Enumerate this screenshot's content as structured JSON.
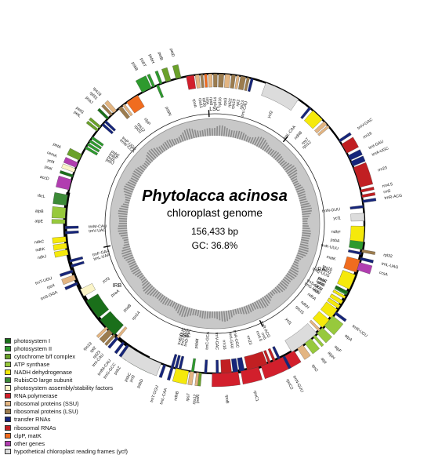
{
  "title": {
    "species": "Phytolacca acinosa",
    "subtitle": "chloroplast genome",
    "length": "156,433 bp",
    "gc": "GC: 36.8%"
  },
  "regions": [
    "LSC",
    "IRB",
    "SSC",
    "IRA"
  ],
  "legend": [
    {
      "label": "photosystem I",
      "color": "#1a6f1a"
    },
    {
      "label": "photosystem II",
      "color": "#2e9a2e"
    },
    {
      "label": "cytochrome b/f complex",
      "color": "#6aa12a"
    },
    {
      "label": "ATP synthase",
      "color": "#97c93c"
    },
    {
      "label": "NADH dehydrogenase",
      "color": "#f5e90b"
    },
    {
      "label": "RubisCO large subunit",
      "color": "#3c8a37"
    },
    {
      "label": "photosystem assembly/stability factors",
      "color": "#fbf5c8"
    },
    {
      "label": "RNA polymerase",
      "color": "#d21f2c"
    },
    {
      "label": "ribosomal proteins (SSU)",
      "color": "#e3b582"
    },
    {
      "label": "ribosomal proteins (LSU)",
      "color": "#9c7c4e"
    },
    {
      "label": "transfer RNAs",
      "color": "#16257a"
    },
    {
      "label": "ribosomal RNAs",
      "color": "#c11f22"
    },
    {
      "label": "clpP, matK",
      "color": "#f06c1f"
    },
    {
      "label": "other genes",
      "color": "#b13db0"
    },
    {
      "label": "hypothetical chloroplast reading frames (ycf)",
      "color": "#dcdcdc"
    }
  ],
  "genes": [
    {
      "name": "psbA",
      "a": 96,
      "w": 4,
      "side": "in",
      "color": "#2e9a2e"
    },
    {
      "name": "trnK-UUU",
      "a": 101,
      "w": 1,
      "side": "in",
      "color": "#16257a"
    },
    {
      "name": "matK",
      "a": 104,
      "w": 5,
      "side": "in",
      "color": "#f06c1f"
    },
    {
      "name": "rps16",
      "a": 110,
      "w": 3,
      "side": "in",
      "color": "#e3b582"
    },
    {
      "name": "trnQ-UUG",
      "a": 114,
      "w": 1.5,
      "side": "in",
      "color": "#16257a"
    },
    {
      "name": "psbK",
      "a": 117,
      "w": 1.5,
      "side": "in",
      "color": "#2e9a2e"
    },
    {
      "name": "psbI",
      "a": 119,
      "w": 1,
      "side": "in",
      "color": "#2e9a2e"
    },
    {
      "name": "trnS-GCU",
      "a": 121,
      "w": 1,
      "side": "in",
      "color": "#16257a"
    },
    {
      "name": "trnG-UCC",
      "a": 123,
      "w": 1,
      "side": "in",
      "color": "#16257a"
    },
    {
      "name": "trnR-UCU",
      "a": 126,
      "w": 1,
      "side": "out",
      "color": "#16257a"
    },
    {
      "name": "atpA",
      "a": 128,
      "w": 5,
      "side": "out",
      "color": "#97c93c"
    },
    {
      "name": "atpF",
      "a": 134,
      "w": 3,
      "side": "out",
      "color": "#97c93c"
    },
    {
      "name": "atpH",
      "a": 138,
      "w": 1,
      "side": "out",
      "color": "#97c93c"
    },
    {
      "name": "atpI",
      "a": 140,
      "w": 3,
      "side": "out",
      "color": "#97c93c"
    },
    {
      "name": "rps2",
      "a": 144,
      "w": 2.5,
      "side": "out",
      "color": "#e3b582"
    },
    {
      "name": "rpoC2",
      "a": 148,
      "w": 14,
      "side": "out",
      "color": "#d21f2c"
    },
    {
      "name": "rpoC1",
      "a": 163,
      "w": 7,
      "side": "out",
      "color": "#d21f2c"
    },
    {
      "name": "rpoB",
      "a": 171,
      "w": 10,
      "side": "out",
      "color": "#d21f2c"
    },
    {
      "name": "trnC-GCA",
      "a": 183,
      "w": 1,
      "side": "in",
      "color": "#16257a"
    },
    {
      "name": "petN",
      "a": 185,
      "w": 1,
      "side": "out",
      "color": "#6aa12a"
    },
    {
      "name": "psbM",
      "a": 188,
      "w": 1,
      "side": "in",
      "color": "#2e9a2e"
    },
    {
      "name": "trnD-GUC",
      "a": 193,
      "w": 1,
      "side": "in",
      "color": "#16257a"
    },
    {
      "name": "trnY-GUA",
      "a": 194.5,
      "w": 1,
      "side": "in",
      "color": "#16257a"
    },
    {
      "name": "trnE-UUC",
      "a": 196,
      "w": 1,
      "side": "in",
      "color": "#16257a"
    },
    {
      "name": "trnT-GGU",
      "a": 199,
      "w": 1,
      "side": "out",
      "color": "#16257a"
    },
    {
      "name": "psbD",
      "a": 203,
      "w": 4,
      "side": "out",
      "color": "#2e9a2e"
    },
    {
      "name": "psbC",
      "a": 207,
      "w": 5,
      "side": "out",
      "color": "#2e9a2e"
    },
    {
      "name": "psbZ",
      "a": 213,
      "w": 1,
      "side": "out",
      "color": "#2e9a2e"
    },
    {
      "name": "trnG-GCC",
      "a": 215,
      "w": 1,
      "side": "out",
      "color": "#16257a"
    },
    {
      "name": "trnfM-CAU",
      "a": 217,
      "w": 1,
      "side": "out",
      "color": "#16257a"
    },
    {
      "name": "rps14",
      "a": 220,
      "w": 1,
      "side": "in",
      "color": "#e3b582"
    },
    {
      "name": "psaB",
      "a": 222,
      "w": 8,
      "side": "in",
      "color": "#1a6f1a"
    },
    {
      "name": "psaA",
      "a": 231,
      "w": 8,
      "side": "in",
      "color": "#1a6f1a"
    },
    {
      "name": "ycf3",
      "a": 241,
      "w": 3,
      "side": "in",
      "color": "#fbf5c8"
    },
    {
      "name": "trnS-GGA",
      "a": 246,
      "w": 1,
      "side": "out",
      "color": "#16257a"
    },
    {
      "name": "rps4",
      "a": 248,
      "w": 2,
      "side": "out",
      "color": "#e3b582"
    },
    {
      "name": "trnT-UGU",
      "a": 251,
      "w": 1,
      "side": "out",
      "color": "#16257a"
    },
    {
      "name": "trnL-UAA",
      "a": 253,
      "w": 1,
      "side": "in",
      "color": "#16257a"
    },
    {
      "name": "trnF-GAA",
      "a": 255,
      "w": 1,
      "side": "in",
      "color": "#16257a"
    },
    {
      "name": "ndhJ",
      "a": 258,
      "w": 2,
      "side": "out",
      "color": "#f5e90b"
    },
    {
      "name": "ndhK",
      "a": 260.5,
      "w": 2,
      "side": "out",
      "color": "#f5e90b"
    },
    {
      "name": "ndhC",
      "a": 263,
      "w": 2,
      "side": "out",
      "color": "#f5e90b"
    },
    {
      "name": "trnV-UAC",
      "a": 266,
      "w": 1,
      "side": "in",
      "color": "#16257a"
    },
    {
      "name": "trnM-CAU",
      "a": 268,
      "w": 1,
      "side": "in",
      "color": "#16257a"
    },
    {
      "name": "atpE",
      "a": 270,
      "w": 1.5,
      "side": "out",
      "color": "#97c93c"
    },
    {
      "name": "atpB",
      "a": 272,
      "w": 4,
      "side": "out",
      "color": "#97c93c"
    },
    {
      "name": "rbcL",
      "a": 277,
      "w": 4,
      "side": "out",
      "color": "#3c8a37"
    },
    {
      "name": "accD",
      "a": 283,
      "w": 4,
      "side": "out",
      "color": "#b13db0"
    },
    {
      "name": "psaI",
      "a": 288,
      "w": 1,
      "side": "out",
      "color": "#1a6f1a"
    },
    {
      "name": "ycf4",
      "a": 290,
      "w": 1.5,
      "side": "out",
      "color": "#fbf5c8"
    },
    {
      "name": "cemA",
      "a": 292,
      "w": 2,
      "side": "out",
      "color": "#b13db0"
    },
    {
      "name": "petA",
      "a": 295,
      "w": 2.5,
      "side": "out",
      "color": "#6aa12a"
    },
    {
      "name": "psbJ",
      "a": 300,
      "w": 1,
      "side": "in",
      "color": "#2e9a2e"
    },
    {
      "name": "psbL",
      "a": 301.5,
      "w": 1,
      "side": "in",
      "color": "#2e9a2e"
    },
    {
      "name": "psbF",
      "a": 303,
      "w": 1,
      "side": "in",
      "color": "#2e9a2e"
    },
    {
      "name": "psbE",
      "a": 304.5,
      "w": 1,
      "side": "in",
      "color": "#2e9a2e"
    },
    {
      "name": "petL",
      "a": 308,
      "w": 1,
      "side": "out",
      "color": "#6aa12a"
    },
    {
      "name": "petG",
      "a": 309.5,
      "w": 1,
      "side": "out",
      "color": "#6aa12a"
    },
    {
      "name": "trnW-CCA",
      "a": 311,
      "w": 1,
      "side": "in",
      "color": "#16257a"
    },
    {
      "name": "trnP-UGG",
      "a": 312.5,
      "w": 1,
      "side": "in",
      "color": "#16257a"
    },
    {
      "name": "psaJ",
      "a": 314,
      "w": 1,
      "side": "out",
      "color": "#1a6f1a"
    },
    {
      "name": "rpl33",
      "a": 316,
      "w": 1,
      "side": "out",
      "color": "#9c7c4e"
    },
    {
      "name": "rps18",
      "a": 317.5,
      "w": 1.5,
      "side": "out",
      "color": "#e3b582"
    },
    {
      "name": "rpl20",
      "a": 320,
      "w": 1.5,
      "side": "in",
      "color": "#9c7c4e"
    },
    {
      "name": "rps12",
      "a": 322,
      "w": 1,
      "side": "in",
      "color": "#e3b582"
    },
    {
      "name": "clpP",
      "a": 324,
      "w": 5,
      "side": "in",
      "color": "#f06c1f"
    },
    {
      "name": "psbB",
      "a": 331,
      "w": 4,
      "side": "out",
      "color": "#2e9a2e"
    },
    {
      "name": "psbT",
      "a": 335.5,
      "w": 1,
      "side": "out",
      "color": "#2e9a2e"
    },
    {
      "name": "psbN",
      "a": 337,
      "w": 1,
      "side": "in",
      "color": "#2e9a2e"
    },
    {
      "name": "psbH",
      "a": 338.5,
      "w": 1,
      "side": "out",
      "color": "#2e9a2e"
    },
    {
      "name": "petB",
      "a": 341,
      "w": 2,
      "side": "out",
      "color": "#6aa12a"
    },
    {
      "name": "petD",
      "a": 345,
      "w": 2,
      "side": "out",
      "color": "#6aa12a"
    },
    {
      "name": "rpoA",
      "a": 349,
      "w": 3,
      "side": "in",
      "color": "#d21f2c"
    },
    {
      "name": "rps11",
      "a": 352.5,
      "w": 1.5,
      "side": "in",
      "color": "#e3b582"
    },
    {
      "name": "rpl36",
      "a": 354.5,
      "w": 1,
      "side": "in",
      "color": "#9c7c4e"
    },
    {
      "name": "infA",
      "a": 356,
      "w": 1,
      "side": "in",
      "color": "#f06c1f"
    },
    {
      "name": "rps8",
      "a": 357.5,
      "w": 1.5,
      "side": "in",
      "color": "#e3b582"
    },
    {
      "name": "rpl14",
      "a": 359.5,
      "w": 1.5,
      "side": "in",
      "color": "#9c7c4e"
    },
    {
      "name": "rpl16",
      "a": 361.5,
      "w": 2,
      "side": "in",
      "color": "#9c7c4e"
    },
    {
      "name": "rps3",
      "a": 364,
      "w": 2,
      "side": "in",
      "color": "#e3b582"
    },
    {
      "name": "rpl22",
      "a": 366.5,
      "w": 1.5,
      "side": "in",
      "color": "#9c7c4e"
    },
    {
      "name": "rps19",
      "a": 368.5,
      "w": 1,
      "side": "in",
      "color": "#e3b582"
    },
    {
      "name": "rpl2",
      "a": 370,
      "w": 2,
      "side": "in",
      "color": "#9c7c4e"
    },
    {
      "name": "rpl23",
      "a": 372.5,
      "w": 1,
      "side": "in",
      "color": "#9c7c4e"
    },
    {
      "name": "trnI-CAU",
      "a": 374,
      "w": 1,
      "side": "in",
      "color": "#16257a"
    },
    {
      "name": "ycf2",
      "a": 380,
      "w": 14,
      "side": "in",
      "color": "#dcdcdc"
    },
    {
      "name": "trnL-CAA",
      "a": 399,
      "w": 1,
      "side": "in",
      "color": "#16257a"
    },
    {
      "name": "ndhB",
      "a": 401,
      "w": 5,
      "side": "in",
      "color": "#f5e90b"
    },
    {
      "name": "rps7",
      "a": 407,
      "w": 1.5,
      "side": "in",
      "color": "#e3b582"
    },
    {
      "name": "rps12",
      "a": 409,
      "w": 1,
      "side": "in",
      "color": "#e3b582"
    },
    {
      "name": "trnV-GAC",
      "a": 416,
      "w": 1,
      "side": "out",
      "color": "#16257a"
    },
    {
      "name": "rrn16",
      "a": 418,
      "w": 4,
      "side": "out",
      "color": "#c11f22"
    },
    {
      "name": "trnI-GAU",
      "a": 423,
      "w": 2,
      "side": "out",
      "color": "#16257a"
    },
    {
      "name": "trnA-UGC",
      "a": 425.5,
      "w": 2,
      "side": "out",
      "color": "#16257a"
    },
    {
      "name": "rrn23",
      "a": 428,
      "w": 8,
      "side": "out",
      "color": "#c11f22"
    },
    {
      "name": "rrn4.5",
      "a": 437,
      "w": 1,
      "side": "out",
      "color": "#c11f22"
    },
    {
      "name": "rrn5",
      "a": 439,
      "w": 1,
      "side": "out",
      "color": "#c11f22"
    },
    {
      "name": "trnR-ACG",
      "a": 441,
      "w": 1,
      "side": "out",
      "color": "#16257a"
    },
    {
      "name": "trnN-GUU",
      "a": 443,
      "w": 1,
      "side": "in",
      "color": "#16257a"
    },
    {
      "name": "ycf1",
      "a": 446,
      "w": 3,
      "side": "in",
      "color": "#dcdcdc"
    },
    {
      "name": "ndhF",
      "a": 451,
      "w": 6,
      "side": "in",
      "color": "#f5e90b"
    },
    {
      "name": "rpl32",
      "a": 460,
      "w": 1,
      "side": "out",
      "color": "#9c7c4e"
    },
    {
      "name": "trnL-UAG",
      "a": 463,
      "w": 1,
      "side": "out",
      "color": "#16257a"
    },
    {
      "name": "ccsA",
      "a": 465,
      "w": 3,
      "side": "out",
      "color": "#b13db0"
    },
    {
      "name": "ndhD",
      "a": 470,
      "w": 6,
      "side": "in",
      "color": "#f5e90b"
    },
    {
      "name": "psaC",
      "a": 477,
      "w": 1,
      "side": "in",
      "color": "#1a6f1a"
    },
    {
      "name": "ndhE",
      "a": 479,
      "w": 1,
      "side": "in",
      "color": "#f5e90b"
    },
    {
      "name": "ndhG",
      "a": 481,
      "w": 1.5,
      "side": "in",
      "color": "#f5e90b"
    },
    {
      "name": "ndhI",
      "a": 483,
      "w": 1.5,
      "side": "in",
      "color": "#f5e90b"
    },
    {
      "name": "ndhA",
      "a": 485,
      "w": 4,
      "side": "in",
      "color": "#f5e90b"
    },
    {
      "name": "ndhH",
      "a": 490,
      "w": 4,
      "side": "in",
      "color": "#f5e90b"
    },
    {
      "name": "rps15",
      "a": 495,
      "w": 1,
      "side": "in",
      "color": "#e3b582"
    },
    {
      "name": "ycf1",
      "a": 497,
      "w": 12,
      "side": "in",
      "color": "#dcdcdc"
    },
    {
      "name": "trnN-GUU",
      "a": 512,
      "w": 1,
      "side": "out",
      "color": "#16257a"
    },
    {
      "name": "trnR-ACG",
      "a": 514,
      "w": 1,
      "side": "in",
      "color": "#16257a"
    },
    {
      "name": "rrn5",
      "a": 516,
      "w": 1,
      "side": "in",
      "color": "#c11f22"
    },
    {
      "name": "rrn4.5",
      "a": 518,
      "w": 1,
      "side": "in",
      "color": "#c11f22"
    },
    {
      "name": "rrn23",
      "a": 519.5,
      "w": 8,
      "side": "in",
      "color": "#c11f22"
    },
    {
      "name": "trnA-UGC",
      "a": 528.5,
      "w": 2,
      "side": "in",
      "color": "#16257a"
    },
    {
      "name": "trnI-GAU",
      "a": 531,
      "w": 2,
      "side": "in",
      "color": "#16257a"
    },
    {
      "name": "rrn16",
      "a": 533.5,
      "w": 4,
      "side": "in",
      "color": "#c11f22"
    },
    {
      "name": "trnV-GAC",
      "a": 538.5,
      "w": 1,
      "side": "in",
      "color": "#16257a"
    },
    {
      "name": "rps12",
      "a": 546,
      "w": 1,
      "side": "out",
      "color": "#e3b582"
    },
    {
      "name": "rps7",
      "a": 548,
      "w": 1.5,
      "side": "out",
      "color": "#e3b582"
    },
    {
      "name": "ndhB",
      "a": 550,
      "w": 5,
      "side": "out",
      "color": "#f5e90b"
    },
    {
      "name": "trnL-CAA",
      "a": 556,
      "w": 1,
      "side": "out",
      "color": "#16257a"
    },
    {
      "name": "ycf2",
      "a": 561,
      "w": 14,
      "side": "out",
      "color": "#dcdcdc"
    },
    {
      "name": "trnI-CAU",
      "a": 580,
      "w": 1,
      "side": "out",
      "color": "#16257a"
    },
    {
      "name": "rpl23",
      "a": 581.5,
      "w": 1,
      "side": "out",
      "color": "#9c7c4e"
    },
    {
      "name": "rpl2",
      "a": 583,
      "w": 2,
      "side": "out",
      "color": "#9c7c4e"
    },
    {
      "name": "rps19",
      "a": 585.5,
      "w": 1,
      "side": "out",
      "color": "#e3b582"
    }
  ],
  "small_labels": {
    "trnK-UUU": "trnK-UUU",
    "matK": "matK"
  },
  "colors": {
    "gc_inner": "#8a8a8a",
    "gc_outer": "#c8c8c8",
    "backbone": "#000000"
  }
}
